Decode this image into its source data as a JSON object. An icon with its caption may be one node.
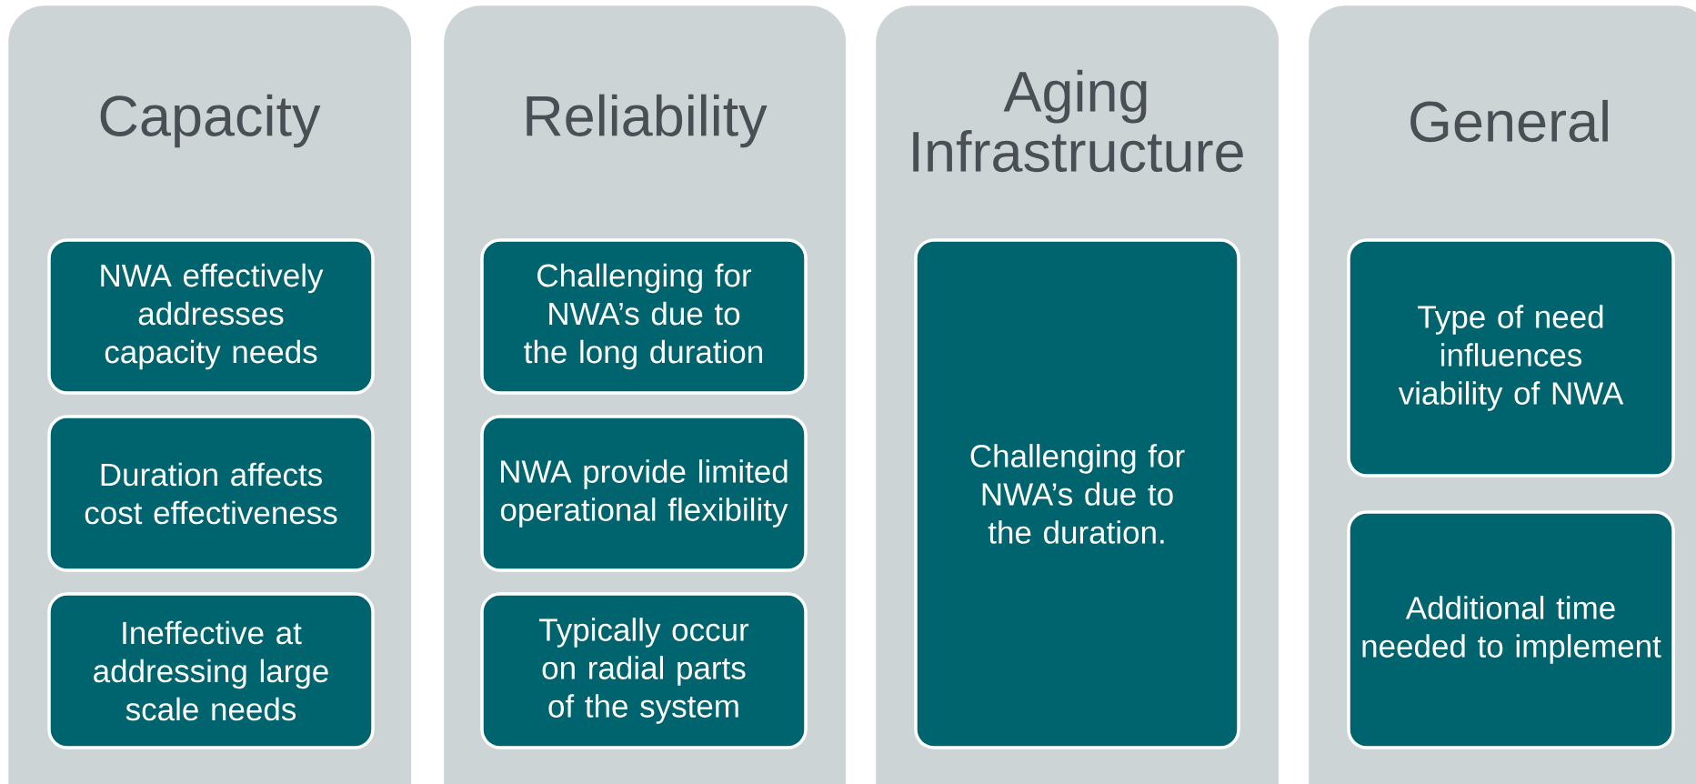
{
  "diagram": {
    "nodes": [
      {
        "text": [
          "Capacity"
        ]
      },
      {
        "text": [
          "NWA effectively addresses capacity needs"
        ],
        "in": 0
      },
      {
        "text": [
          "Duration affects cost effectiveness"
        ],
        "in": 0
      },
      {
        "text": [
          "Ineffective at addressing large scale needs"
        ],
        "in": 0
      },
      {
        "text": [
          "Reliability"
        ]
      },
      {
        "text": [
          "Challenging for NWA’s due to the long duration"
        ],
        "in": 4
      },
      {
        "text": [
          "NWA provide limited operational flexibility"
        ],
        "in": 4
      },
      {
        "text": [
          "Typically occur on radial parts of the system"
        ],
        "in": 4
      },
      {
        "text": [
          "Aging Infrastructure"
        ]
      },
      {
        "text": [
          "Challenging for NWA’s due to the duration."
        ],
        "in": 8
      },
      {
        "text": [
          "General"
        ]
      },
      {
        "text": [
          "Type of need influences viability of NWA"
        ],
        "in": 10
      },
      {
        "text": [
          "Additional time needed to implement"
        ],
        "in": 10
      }
    ]
  }
}
